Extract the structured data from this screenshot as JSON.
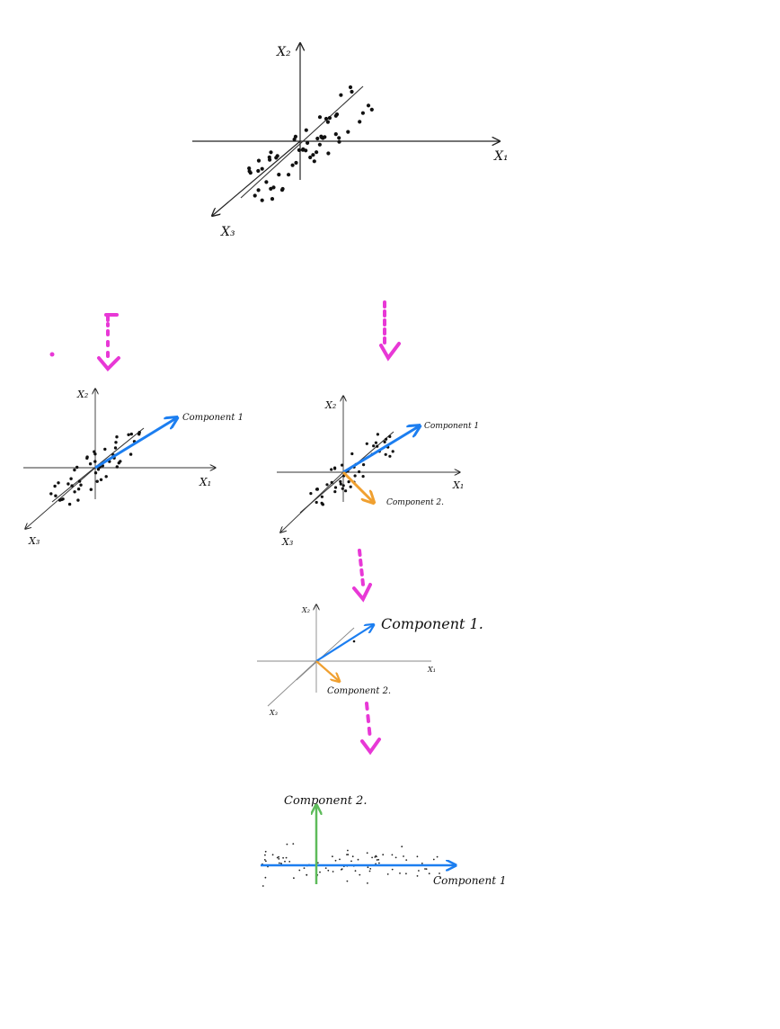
{
  "colors": {
    "ink": "#111111",
    "pink_arrow": "#e838d6",
    "component1": "#1c7ef0",
    "component2_orange": "#f0a030",
    "component2_green": "#5dbb5a"
  },
  "panels": {
    "original": {
      "x1": "X₁",
      "x2": "X₂",
      "x3": "X₃"
    },
    "single_component": {
      "x1": "X₁",
      "x2": "X₂",
      "x3": "X₃",
      "component1": "Component 1"
    },
    "two_components": {
      "x1": "X₁",
      "x2": "X₂",
      "x3": "X₃",
      "component1": "Component 1",
      "component2": "Component 2."
    },
    "components_only": {
      "x1": "X₁",
      "x2": "X₂",
      "x3": "X₃",
      "component1": "Component 1.",
      "component2": "Component 2."
    },
    "projected": {
      "component1": "Component 1",
      "component2": "Component 2."
    }
  },
  "icons": [
    "dotted-down-arrow-icon",
    "arrow-head-icon"
  ]
}
